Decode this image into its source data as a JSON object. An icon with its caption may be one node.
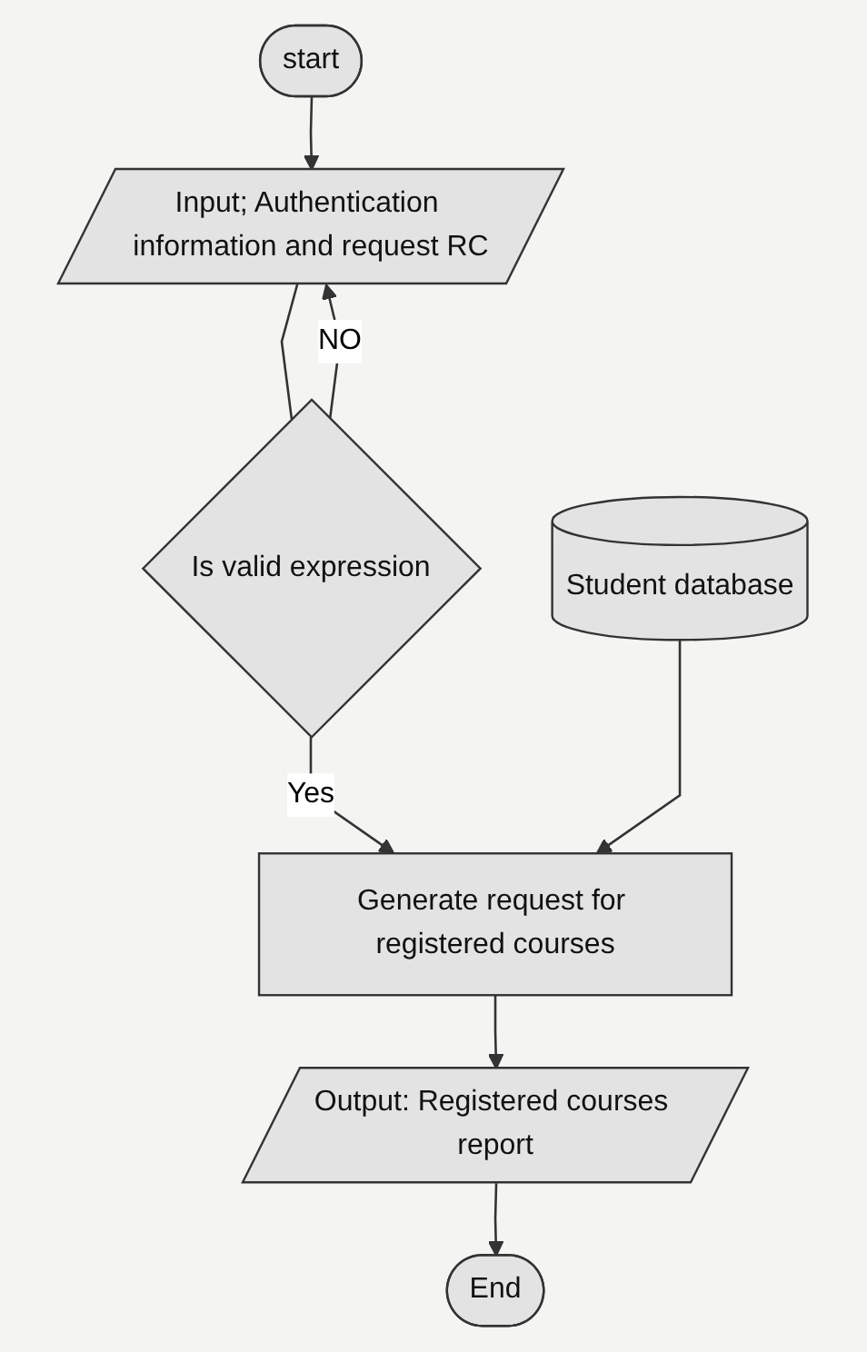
{
  "diagram": {
    "nodes": [
      {
        "text": [
          "start"
        ]
      },
      {
        "text": [
          "Input; Authentication information and request RC"
        ]
      },
      {
        "text": [
          "Is valid expression"
        ]
      },
      {
        "text": [
          "Generate request for registered courses"
        ]
      },
      {
        "text": [
          "Student database"
        ]
      },
      {
        "text": [
          "Output: Registered courses report"
        ]
      },
      {
        "text": [
          "End"
        ]
      }
    ],
    "edges": [
      {
        "from": 0,
        "to": 1,
        "arrow": "to"
      },
      {
        "from": 1,
        "to": 2,
        "arrow": "none"
      },
      {
        "from": 2,
        "to": 1,
        "arrow": "to",
        "label": "NO"
      },
      {
        "from": 2,
        "to": 3,
        "arrow": "to",
        "label": "Yes"
      },
      {
        "from": 4,
        "to": 3,
        "arrow": "to"
      },
      {
        "from": 3,
        "to": 5,
        "arrow": "to"
      },
      {
        "from": 5,
        "to": 6,
        "arrow": "to"
      }
    ]
  }
}
